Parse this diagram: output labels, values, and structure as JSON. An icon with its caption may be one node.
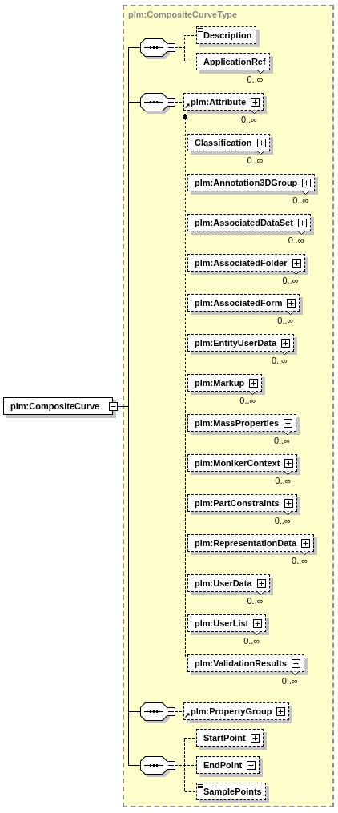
{
  "diagram": {
    "nodes": [
      {
        "text": [
          "plm:CompositeCurve"
        ]
      },
      {
        "text": [
          "plm:CompositeCurveType"
        ]
      },
      {
        "text": [],
        "shape": "octagon",
        "in": 1
      },
      {
        "text": [
          "Description"
        ],
        "in": 1
      },
      {
        "text": [
          "ApplicationRef"
        ],
        "in": 1,
        "beside": [
          "0..∞"
        ]
      },
      {
        "text": [],
        "shape": "octagon",
        "in": 1
      },
      {
        "text": [
          "plm:Attribute"
        ],
        "in": 1,
        "beside": [
          "0..∞"
        ]
      },
      {
        "text": [
          "Classification"
        ],
        "in": 1,
        "beside": [
          "0..∞"
        ]
      },
      {
        "text": [
          "plm:Annotation3DGroup"
        ],
        "in": 1,
        "beside": [
          "0..∞"
        ]
      },
      {
        "text": [
          "plm:AssociatedDataSet"
        ],
        "in": 1,
        "beside": [
          "0..∞"
        ]
      },
      {
        "text": [
          "plm:AssociatedFolder"
        ],
        "in": 1,
        "beside": [
          "0..∞"
        ]
      },
      {
        "text": [
          "plm:AssociatedForm"
        ],
        "in": 1,
        "beside": [
          "0..∞"
        ]
      },
      {
        "text": [
          "plm:EntityUserData"
        ],
        "in": 1,
        "beside": [
          "0..∞"
        ]
      },
      {
        "text": [
          "plm:Markup"
        ],
        "in": 1,
        "beside": [
          "0..∞"
        ]
      },
      {
        "text": [
          "plm:MassProperties"
        ],
        "in": 1,
        "beside": [
          "0..∞"
        ]
      },
      {
        "text": [
          "plm:MonikerContext"
        ],
        "in": 1,
        "beside": [
          "0..∞"
        ]
      },
      {
        "text": [
          "plm:PartConstraints"
        ],
        "in": 1,
        "beside": [
          "0..∞"
        ]
      },
      {
        "text": [
          "plm:RepresentationData"
        ],
        "in": 1,
        "beside": [
          "0..∞"
        ]
      },
      {
        "text": [
          "plm:UserData"
        ],
        "in": 1,
        "beside": [
          "0..∞"
        ]
      },
      {
        "text": [
          "plm:UserList"
        ],
        "in": 1,
        "beside": [
          "0..∞"
        ]
      },
      {
        "text": [
          "plm:ValidationResults"
        ],
        "in": 1,
        "beside": [
          "0..∞"
        ]
      },
      {
        "text": [],
        "shape": "octagon",
        "in": 1
      },
      {
        "text": [
          "plm:PropertyGroup"
        ],
        "in": 1
      },
      {
        "text": [],
        "shape": "octagon",
        "in": 1
      },
      {
        "text": [
          "StartPoint"
        ],
        "in": 1
      },
      {
        "text": [
          "EndPoint"
        ],
        "in": 1
      },
      {
        "text": [
          "SamplePoints"
        ],
        "in": 1
      }
    ],
    "edges": [
      {
        "from": 0,
        "to": 2,
        "arrow": "none"
      },
      {
        "from": 0,
        "to": 5,
        "arrow": "none"
      },
      {
        "from": 0,
        "to": 21,
        "arrow": "none"
      },
      {
        "from": 0,
        "to": 23,
        "arrow": "none"
      },
      {
        "from": 2,
        "to": 3,
        "arrow": "none",
        "style": "dashed"
      },
      {
        "from": 2,
        "to": 4,
        "arrow": "none",
        "style": "dashed"
      },
      {
        "from": 5,
        "to": 6,
        "arrow": "none",
        "style": "dashed"
      },
      {
        "from": 7,
        "to": 6,
        "arrow": "to",
        "style": "dashed"
      },
      {
        "from": 8,
        "to": 6,
        "arrow": "to",
        "style": "dashed"
      },
      {
        "from": 9,
        "to": 6,
        "arrow": "to",
        "style": "dashed"
      },
      {
        "from": 10,
        "to": 6,
        "arrow": "to",
        "style": "dashed"
      },
      {
        "from": 11,
        "to": 6,
        "arrow": "to",
        "style": "dashed"
      },
      {
        "from": 12,
        "to": 6,
        "arrow": "to",
        "style": "dashed"
      },
      {
        "from": 13,
        "to": 6,
        "arrow": "to",
        "style": "dashed"
      },
      {
        "from": 14,
        "to": 6,
        "arrow": "to",
        "style": "dashed"
      },
      {
        "from": 15,
        "to": 6,
        "arrow": "to",
        "style": "dashed"
      },
      {
        "from": 16,
        "to": 6,
        "arrow": "to",
        "style": "dashed"
      },
      {
        "from": 17,
        "to": 6,
        "arrow": "to",
        "style": "dashed"
      },
      {
        "from": 18,
        "to": 6,
        "arrow": "to",
        "style": "dashed"
      },
      {
        "from": 19,
        "to": 6,
        "arrow": "to",
        "style": "dashed"
      },
      {
        "from": 20,
        "to": 6,
        "arrow": "to",
        "style": "dashed"
      },
      {
        "from": 21,
        "to": 22,
        "arrow": "none",
        "style": "dashed"
      },
      {
        "from": 23,
        "to": 24,
        "arrow": "none",
        "style": "dashed"
      },
      {
        "from": 23,
        "to": 25,
        "arrow": "none",
        "style": "dashed"
      },
      {
        "from": 23,
        "to": 26,
        "arrow": "none",
        "style": "dashed"
      }
    ]
  }
}
